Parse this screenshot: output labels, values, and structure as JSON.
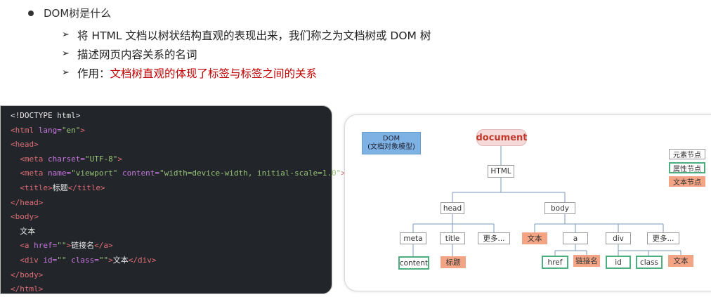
{
  "bullet": {
    "title": "DOM树是什么",
    "items": [
      {
        "text": "将 HTML 文档以树状结构直观的表现出来，我们称之为文档树或 DOM 树",
        "red": ""
      },
      {
        "text": "描述网页内容关系的名词",
        "red": ""
      },
      {
        "text": "作用：",
        "red": "文档树直观的体现了标签与标签之间的关系"
      }
    ]
  },
  "code": {
    "line1": "<!DOCTYPE html>",
    "l2_open": "<html",
    "l2_attr": " lang=",
    "l2_val": "\"en\"",
    "l2_close": ">",
    "l3": "<head>",
    "l4_open": "<meta",
    "l4_attr": " charset=",
    "l4_val": "\"UTF-8\"",
    "l4_close": ">",
    "l5_open": "<meta",
    "l5_attr1": " name=",
    "l5_val1": "\"viewport\"",
    "l5_attr2": " content=",
    "l5_val2": "\"width=device-width, initial-scale=1.0\"",
    "l5_close": ">",
    "l6_open": "<title>",
    "l6_text": "标题",
    "l6_close": "</title>",
    "l7": "</head>",
    "l8": "<body>",
    "l9_text": "文本",
    "l10_open": "<a",
    "l10_attr": " href=",
    "l10_val": "\"\"",
    "l10_close": ">",
    "l10_text": "链接名",
    "l10_end": "</a>",
    "l11_open": "<div",
    "l11_attr1": " id=",
    "l11_val1": "\"\"",
    "l11_attr2": " class=",
    "l11_val2": "\"\"",
    "l11_close": ">",
    "l11_text": "文本",
    "l11_end": "</div>",
    "l12": "</body>",
    "l13": "</html>"
  },
  "diagram": {
    "dom_label_1": "DOM",
    "dom_label_2": "(文档对象模型)",
    "document": "document",
    "html": "HTML",
    "head": "head",
    "body": "body",
    "meta": "meta",
    "title": "title",
    "more1": "更多...",
    "text1": "文本",
    "a": "a",
    "div": "div",
    "more2": "更多...",
    "content": "content",
    "title_text": "标题",
    "href": "href",
    "link_text": "链接名",
    "id": "id",
    "class": "class",
    "text2": "文本",
    "legend": {
      "element": "元素节点",
      "attribute": "属性节点",
      "text": "文本节点"
    },
    "colors": {
      "attribute_border": "#4caf7d",
      "text_fill": "#f2a484",
      "document_fill": "#f6dada",
      "dom_fill": "#7fb2e4"
    }
  }
}
